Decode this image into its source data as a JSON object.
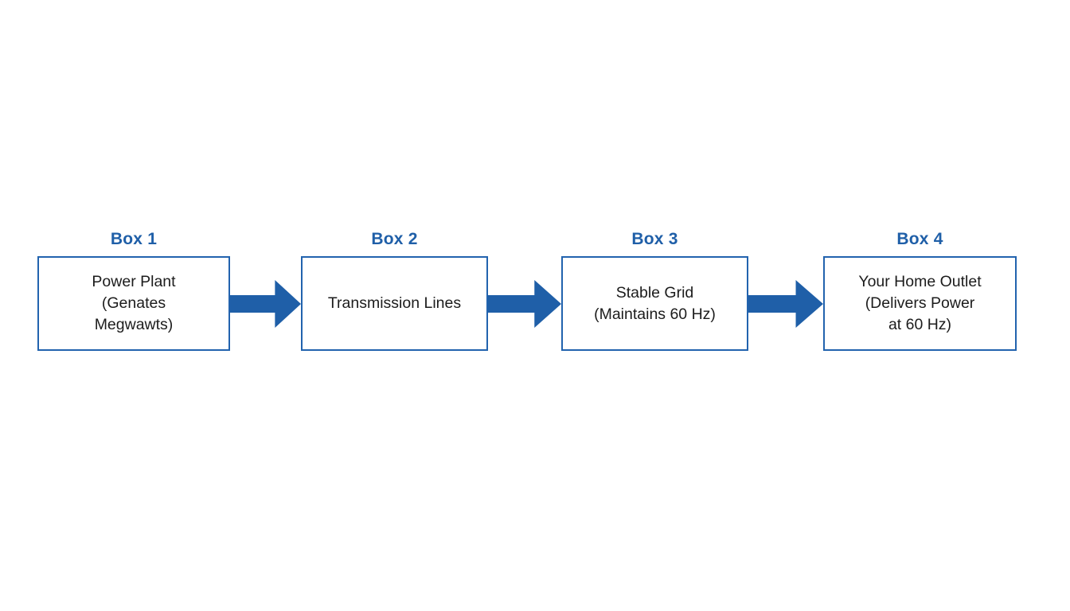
{
  "diagram": {
    "type": "flow",
    "background_color": "#ffffff",
    "accent_color": "#1f5fa8",
    "box_border_color": "#2263ae",
    "arrow_color": "#1f5fa8",
    "text_color": "#1c1c1c",
    "boxes": [
      {
        "label": "Box 1",
        "text": "Power Plant\n(Genates\nMegwawts)"
      },
      {
        "label": "Box 2",
        "text": "Transmission Lines"
      },
      {
        "label": "Box 3",
        "text": "Stable Grid\n(Maintains 60 Hz)"
      },
      {
        "label": "Box 4",
        "text": "Your Home Outlet\n(Delivers Power\nat 60 Hz)"
      }
    ],
    "arrows": [
      {
        "icon": "arrow-right-icon",
        "from": "Box 1",
        "to": "Box 2"
      },
      {
        "icon": "arrow-right-icon",
        "from": "Box 2",
        "to": "Box 3"
      },
      {
        "icon": "arrow-right-icon",
        "from": "Box 3",
        "to": "Box 4"
      }
    ]
  }
}
